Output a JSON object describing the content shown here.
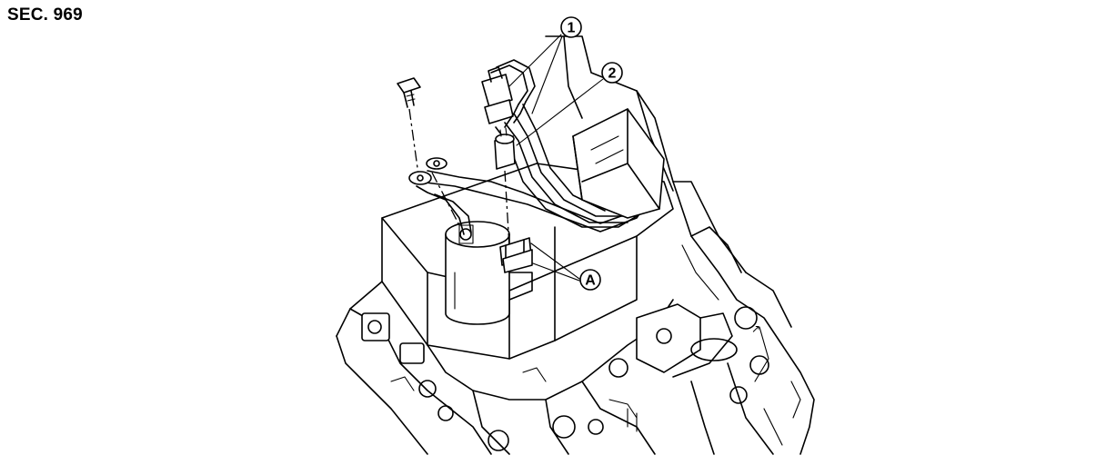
{
  "section_label": "SEC. 969",
  "callouts": {
    "one": "1",
    "two": "2",
    "a": "A"
  }
}
